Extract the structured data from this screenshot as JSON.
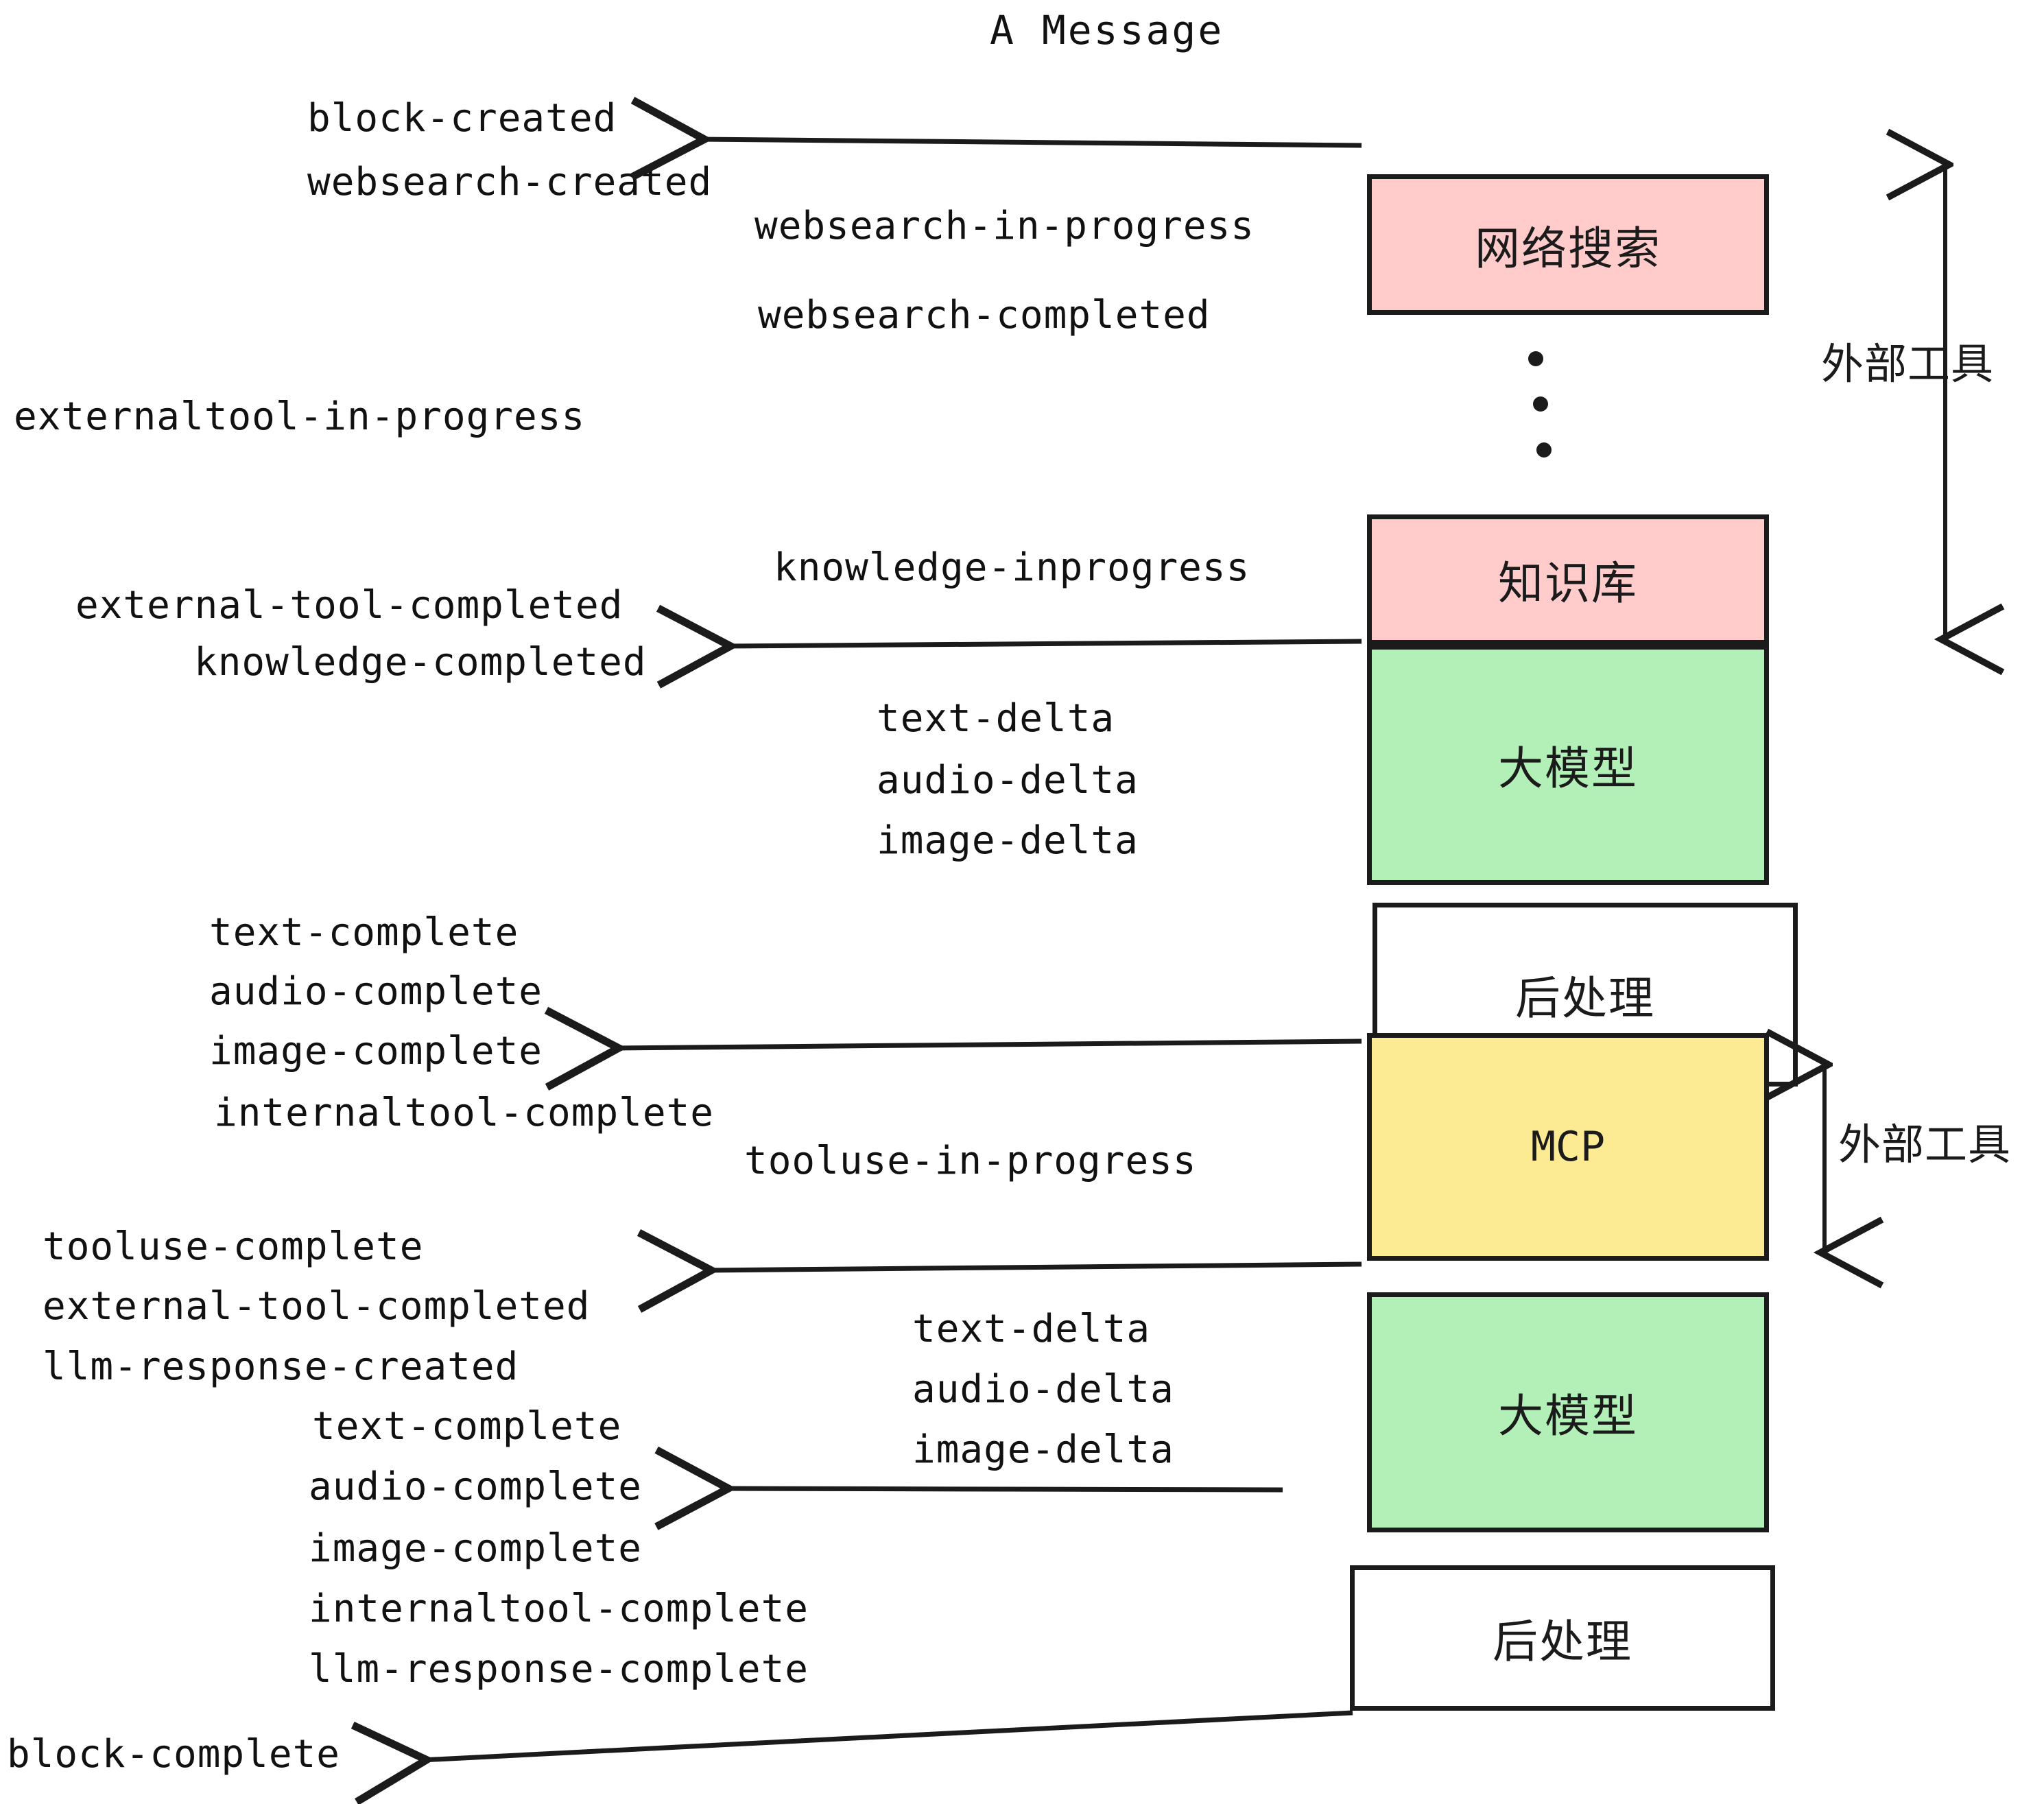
{
  "title": "A Message",
  "colors": {
    "pink": "#FFCCCB",
    "green": "#B2F0B8",
    "yellow": "#FCEB92",
    "white": "#FFFFFF",
    "stroke": "#1B1B1B",
    "text": "#111111"
  },
  "nodes": {
    "websearch": "网络搜索",
    "knowledge": "知识库",
    "llm_first": "大模型",
    "postprocess_first": "后处理",
    "mcp": "MCP",
    "llm_second": "大模型",
    "postprocess_second": "后处理"
  },
  "group_labels": {
    "external_tool_top": "外部工具",
    "external_tool_bottom": "外部工具"
  },
  "events": {
    "block_created": "block-created",
    "websearch_created": "websearch-created",
    "websearch_in_progress": "websearch-in-progress",
    "websearch_completed": "websearch-completed",
    "externaltool_in_progress": "externaltool-in-progress",
    "knowledge_inprogress": "knowledge-inprogress",
    "external_tool_completed_1": "external-tool-completed",
    "knowledge_completed": "knowledge-completed",
    "text_delta_1": "text-delta",
    "audio_delta_1": "audio-delta",
    "image_delta_1": "image-delta",
    "text_complete_1": "text-complete",
    "audio_complete_1": "audio-complete",
    "image_complete_1": "image-complete",
    "internaltool_complete_1": "internaltool-complete",
    "tooluse_in_progress": "tooluse-in-progress",
    "tooluse_complete": "tooluse-complete",
    "external_tool_completed_2": "external-tool-completed",
    "llm_response_created": "llm-response-created",
    "text_delta_2": "text-delta",
    "audio_delta_2": "audio-delta",
    "image_delta_2": "image-delta",
    "text_complete_2": "text-complete",
    "audio_complete_2": "audio-complete",
    "image_complete_2": "image-complete",
    "internaltool_complete_2": "internaltool-complete",
    "llm_response_complete": "llm-response-complete",
    "block_complete": "block-complete"
  }
}
